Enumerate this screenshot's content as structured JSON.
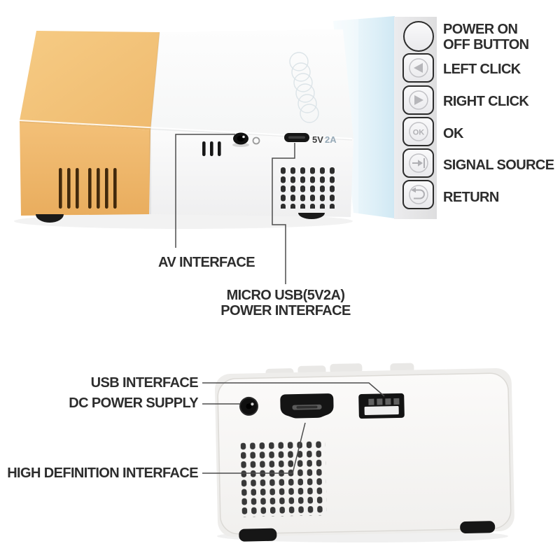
{
  "top_view": {
    "rating_volts": "5V",
    "rating_amps": "2A",
    "av_label": "AV INTERFACE",
    "power_label_line1": "MICRO USB(5V2A)",
    "power_label_line2": "POWER INTERFACE"
  },
  "control_panel": {
    "buttons": [
      {
        "name": "power",
        "label_line1": "POWER ON",
        "label_line2": "OFF BUTTON"
      },
      {
        "name": "left",
        "label": "LEFT CLICK"
      },
      {
        "name": "right",
        "label": "RIGHT CLICK"
      },
      {
        "name": "ok",
        "label": "OK",
        "glyph": "OK"
      },
      {
        "name": "source",
        "label": "SIGNAL SOURCE"
      },
      {
        "name": "return",
        "label": "RETURN"
      }
    ]
  },
  "rear_view": {
    "usb_label": "USB INTERFACE",
    "dc_label": "DC POWER SUPPLY",
    "hdmi_label": "HIGH DEFINITION INTERFACE"
  },
  "colors": {
    "body_orange": "#f1bf74",
    "body_white": "#f7f7f7",
    "beam_blue": "#d8ecf6",
    "panel_gray": "#e4e4e6",
    "outline_dark": "#2c2c2c",
    "label_text": "#2d2d2d",
    "rating_volts_color": "#3f3f3f",
    "rating_amps_color": "#97aab8",
    "port_black": "#141414"
  }
}
